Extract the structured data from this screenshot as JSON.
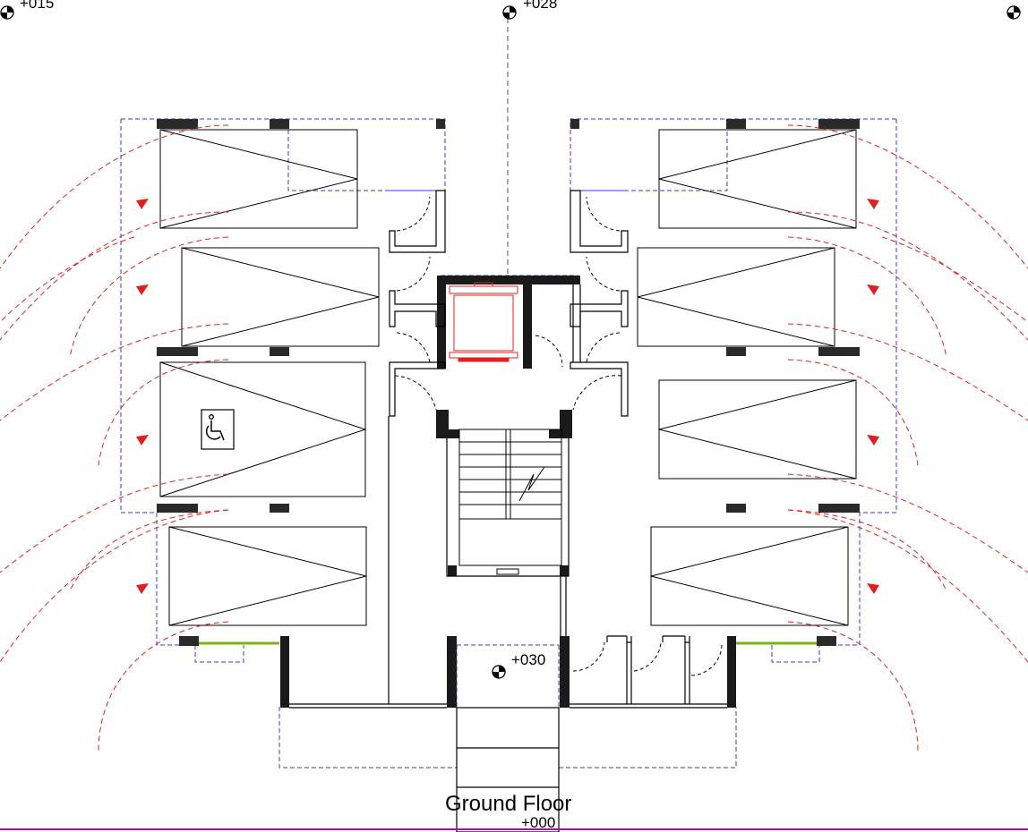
{
  "drawing": {
    "title": "Ground Floor",
    "levels": {
      "top_left": "+015",
      "top_center": "+028",
      "entrance": "+030",
      "ground": "+000"
    },
    "symbols": {
      "accessible_parking": "wheelchair-icon",
      "level_marker": "level-target-icon"
    },
    "colors": {
      "walls": "#1a1a1a",
      "lines": "#000000",
      "boundary_dashed": "#3a3ad6",
      "turning_arcs": "#e02020",
      "elevator": "#e02020",
      "glazing": "#7cb518",
      "baseline": "#b000b0"
    }
  }
}
